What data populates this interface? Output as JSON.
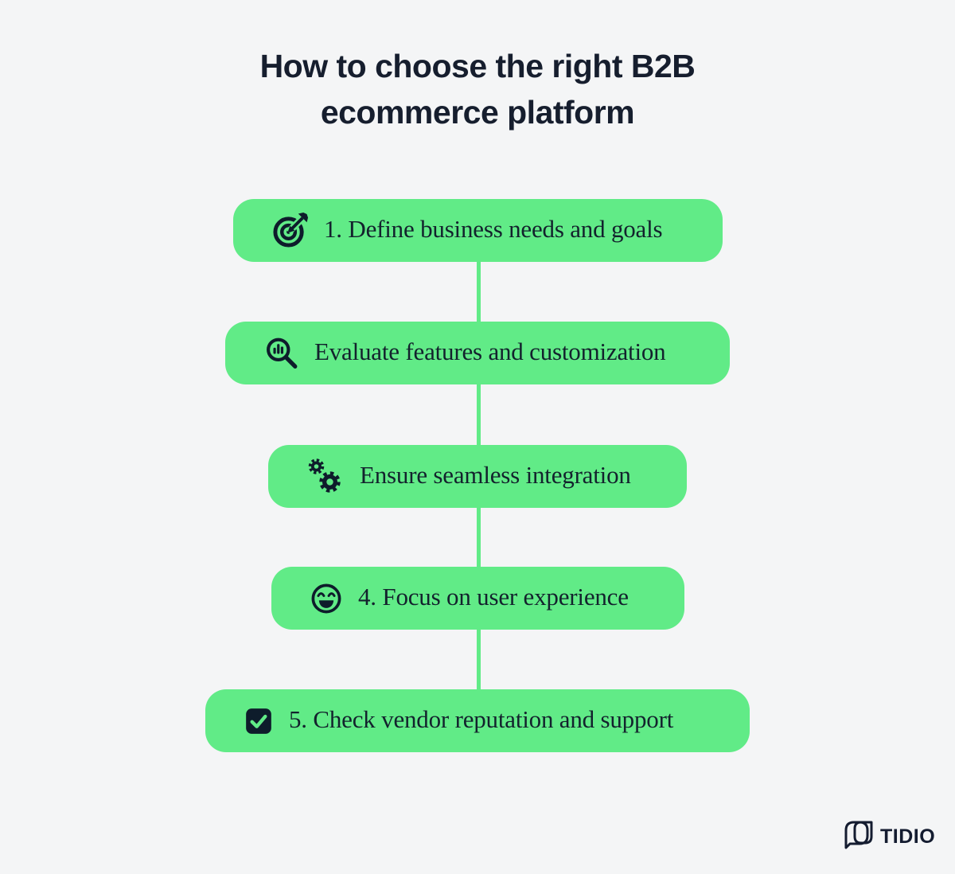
{
  "page": {
    "background": "#f4f5f6",
    "accent_green": "#61eb87",
    "ink": "#0e1c2b"
  },
  "title": {
    "line1": "How to choose the right B2B",
    "line2": "ecommerce platform"
  },
  "steps": [
    {
      "label": "1. Define business needs and goals",
      "icon": "target-dart-icon"
    },
    {
      "label": "Evaluate features and customization",
      "icon": "magnifier-chart-icon"
    },
    {
      "label": "Ensure seamless integration",
      "icon": "gears-icon"
    },
    {
      "label": "4. Focus on user experience",
      "icon": "smiley-icon"
    },
    {
      "label": "5. Check vendor reputation and support",
      "icon": "checkbox-checked-icon"
    }
  ],
  "footer": {
    "brand": "TIDIO"
  }
}
